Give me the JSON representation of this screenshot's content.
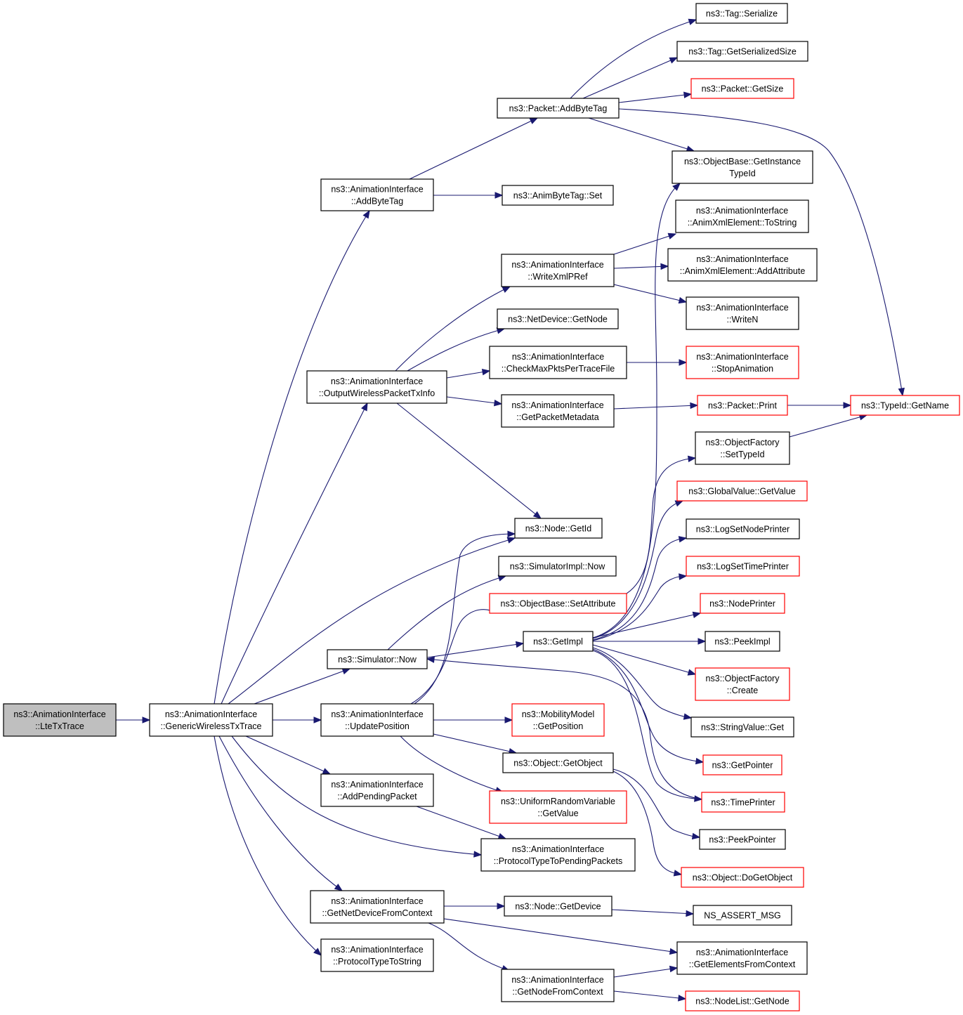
{
  "colors": {
    "edge": "#191970",
    "border_default": "#000000",
    "border_truncated": "#ff0000",
    "root_fill": "#bfbfbf",
    "node_fill": "#ffffff"
  },
  "nodes": [
    {
      "id": "n_ltetx",
      "lines": [
        "ns3::AnimationInterface",
        "::LteTxTrace"
      ],
      "style": "root"
    },
    {
      "id": "n_generic",
      "lines": [
        "ns3::AnimationInterface",
        "::GenericWirelessTxTrace"
      ],
      "style": "default"
    },
    {
      "id": "n_addbytetag_ai",
      "lines": [
        "ns3::AnimationInterface",
        "::AddByteTag"
      ],
      "style": "default"
    },
    {
      "id": "n_outputwireless",
      "lines": [
        "ns3::AnimationInterface",
        "::OutputWirelessPacketTxInfo"
      ],
      "style": "default"
    },
    {
      "id": "n_simnow",
      "lines": [
        "ns3::Simulator::Now"
      ],
      "style": "default"
    },
    {
      "id": "n_updatepos",
      "lines": [
        "ns3::AnimationInterface",
        "::UpdatePosition"
      ],
      "style": "default"
    },
    {
      "id": "n_addpending",
      "lines": [
        "ns3::AnimationInterface",
        "::AddPendingPacket"
      ],
      "style": "default"
    },
    {
      "id": "n_getnetdev",
      "lines": [
        "ns3::AnimationInterface",
        "::GetNetDeviceFromContext"
      ],
      "style": "default"
    },
    {
      "id": "n_prototostring",
      "lines": [
        "ns3::AnimationInterface",
        "::ProtocolTypeToString"
      ],
      "style": "default"
    },
    {
      "id": "n_packet_addbytetag",
      "lines": [
        "ns3::Packet::AddByteTag"
      ],
      "style": "default"
    },
    {
      "id": "n_animbytetag_set",
      "lines": [
        "ns3::AnimByteTag::Set"
      ],
      "style": "default"
    },
    {
      "id": "n_writexmlpref",
      "lines": [
        "ns3::AnimationInterface",
        "::WriteXmlPRef"
      ],
      "style": "default"
    },
    {
      "id": "n_netdev_getnode",
      "lines": [
        "ns3::NetDevice::GetNode"
      ],
      "style": "default"
    },
    {
      "id": "n_checkmax",
      "lines": [
        "ns3::AnimationInterface",
        "::CheckMaxPktsPerTraceFile"
      ],
      "style": "default"
    },
    {
      "id": "n_getpktmeta",
      "lines": [
        "ns3::AnimationInterface",
        "::GetPacketMetadata"
      ],
      "style": "default"
    },
    {
      "id": "n_node_getid",
      "lines": [
        "ns3::Node::GetId"
      ],
      "style": "default"
    },
    {
      "id": "n_simimpl_now",
      "lines": [
        "ns3::SimulatorImpl::Now"
      ],
      "style": "default"
    },
    {
      "id": "n_objbase_setattr",
      "lines": [
        "ns3::ObjectBase::SetAttribute"
      ],
      "style": "truncated"
    },
    {
      "id": "n_getimpl",
      "lines": [
        "ns3::GetImpl"
      ],
      "style": "default"
    },
    {
      "id": "n_mobility_getpos",
      "lines": [
        "ns3::MobilityModel",
        "::GetPosition"
      ],
      "style": "truncated"
    },
    {
      "id": "n_object_getobject",
      "lines": [
        "ns3::Object::GetObject"
      ],
      "style": "default"
    },
    {
      "id": "n_uniform_getvalue",
      "lines": [
        "ns3::UniformRandomVariable",
        "::GetValue"
      ],
      "style": "truncated"
    },
    {
      "id": "n_prototopending",
      "lines": [
        "ns3::AnimationInterface",
        "::ProtocolTypeToPendingPackets"
      ],
      "style": "default"
    },
    {
      "id": "n_node_getdevice",
      "lines": [
        "ns3::Node::GetDevice"
      ],
      "style": "default"
    },
    {
      "id": "n_getnodefromctx",
      "lines": [
        "ns3::AnimationInterface",
        "::GetNodeFromContext"
      ],
      "style": "default"
    },
    {
      "id": "n_tag_serialize",
      "lines": [
        "ns3::Tag::Serialize"
      ],
      "style": "default"
    },
    {
      "id": "n_tag_getsersize",
      "lines": [
        "ns3::Tag::GetSerializedSize"
      ],
      "style": "default"
    },
    {
      "id": "n_packet_getsize",
      "lines": [
        "ns3::Packet::GetSize"
      ],
      "style": "truncated"
    },
    {
      "id": "n_objbase_getinst",
      "lines": [
        "ns3::ObjectBase::GetInstance",
        "TypeId"
      ],
      "style": "default"
    },
    {
      "id": "n_animxml_tostring",
      "lines": [
        "ns3::AnimationInterface",
        "::AnimXmlElement::ToString"
      ],
      "style": "default"
    },
    {
      "id": "n_animxml_addattr",
      "lines": [
        "ns3::AnimationInterface",
        "::AnimXmlElement::AddAttribute"
      ],
      "style": "default"
    },
    {
      "id": "n_writen",
      "lines": [
        "ns3::AnimationInterface",
        "::WriteN"
      ],
      "style": "default"
    },
    {
      "id": "n_stopanim",
      "lines": [
        "ns3::AnimationInterface",
        "::StopAnimation"
      ],
      "style": "truncated"
    },
    {
      "id": "n_packet_print",
      "lines": [
        "ns3::Packet::Print"
      ],
      "style": "truncated"
    },
    {
      "id": "n_typeid_getname",
      "lines": [
        "ns3::TypeId::GetName"
      ],
      "style": "truncated"
    },
    {
      "id": "n_objfactory_settypeid",
      "lines": [
        "ns3::ObjectFactory",
        "::SetTypeId"
      ],
      "style": "default"
    },
    {
      "id": "n_globalvalue_getvalue",
      "lines": [
        "ns3::GlobalValue::GetValue"
      ],
      "style": "truncated"
    },
    {
      "id": "n_logsetnodeprinter",
      "lines": [
        "ns3::LogSetNodePrinter"
      ],
      "style": "default"
    },
    {
      "id": "n_logsettimeprinter",
      "lines": [
        "ns3::LogSetTimePrinter"
      ],
      "style": "truncated"
    },
    {
      "id": "n_nodeprinter",
      "lines": [
        "ns3::NodePrinter"
      ],
      "style": "truncated"
    },
    {
      "id": "n_peekimpl",
      "lines": [
        "ns3::PeekImpl"
      ],
      "style": "default"
    },
    {
      "id": "n_objfactory_create",
      "lines": [
        "ns3::ObjectFactory",
        "::Create"
      ],
      "style": "truncated"
    },
    {
      "id": "n_stringvalue_get",
      "lines": [
        "ns3::StringValue::Get"
      ],
      "style": "default"
    },
    {
      "id": "n_getpointer",
      "lines": [
        "ns3::GetPointer"
      ],
      "style": "truncated"
    },
    {
      "id": "n_timeprinter",
      "lines": [
        "ns3::TimePrinter"
      ],
      "style": "truncated"
    },
    {
      "id": "n_peekpointer",
      "lines": [
        "ns3::PeekPointer"
      ],
      "style": "default"
    },
    {
      "id": "n_object_dogetobject",
      "lines": [
        "ns3::Object::DoGetObject"
      ],
      "style": "truncated"
    },
    {
      "id": "n_ns_assert_msg",
      "lines": [
        "NS_ASSERT_MSG"
      ],
      "style": "default"
    },
    {
      "id": "n_getelemfromctx",
      "lines": [
        "ns3::AnimationInterface",
        "::GetElementsFromContext"
      ],
      "style": "default"
    },
    {
      "id": "n_nodelist_getnode",
      "lines": [
        "ns3::NodeList::GetNode"
      ],
      "style": "truncated"
    }
  ],
  "edges": [
    {
      "from": "n_ltetx",
      "to": "n_generic"
    },
    {
      "from": "n_generic",
      "to": "n_addbytetag_ai"
    },
    {
      "from": "n_generic",
      "to": "n_outputwireless"
    },
    {
      "from": "n_generic",
      "to": "n_node_getid"
    },
    {
      "from": "n_generic",
      "to": "n_simnow"
    },
    {
      "from": "n_generic",
      "to": "n_updatepos"
    },
    {
      "from": "n_generic",
      "to": "n_addpending"
    },
    {
      "from": "n_generic",
      "to": "n_prototopending"
    },
    {
      "from": "n_generic",
      "to": "n_getnetdev"
    },
    {
      "from": "n_generic",
      "to": "n_prototostring"
    },
    {
      "from": "n_addbytetag_ai",
      "to": "n_packet_addbytetag"
    },
    {
      "from": "n_addbytetag_ai",
      "to": "n_animbytetag_set"
    },
    {
      "from": "n_packet_addbytetag",
      "to": "n_tag_serialize"
    },
    {
      "from": "n_packet_addbytetag",
      "to": "n_tag_getsersize"
    },
    {
      "from": "n_packet_addbytetag",
      "to": "n_packet_getsize"
    },
    {
      "from": "n_packet_addbytetag",
      "to": "n_typeid_getname"
    },
    {
      "from": "n_packet_addbytetag",
      "to": "n_objbase_getinst"
    },
    {
      "from": "n_outputwireless",
      "to": "n_writexmlpref"
    },
    {
      "from": "n_outputwireless",
      "to": "n_netdev_getnode"
    },
    {
      "from": "n_outputwireless",
      "to": "n_checkmax"
    },
    {
      "from": "n_outputwireless",
      "to": "n_getpktmeta"
    },
    {
      "from": "n_outputwireless",
      "to": "n_node_getid"
    },
    {
      "from": "n_writexmlpref",
      "to": "n_animxml_tostring"
    },
    {
      "from": "n_writexmlpref",
      "to": "n_animxml_addattr"
    },
    {
      "from": "n_writexmlpref",
      "to": "n_writen"
    },
    {
      "from": "n_checkmax",
      "to": "n_stopanim"
    },
    {
      "from": "n_getpktmeta",
      "to": "n_packet_print"
    },
    {
      "from": "n_packet_print",
      "to": "n_typeid_getname"
    },
    {
      "from": "n_objfactory_settypeid",
      "to": "n_typeid_getname"
    },
    {
      "from": "n_simnow",
      "to": "n_simimpl_now"
    },
    {
      "from": "n_simnow",
      "to": "n_getimpl"
    },
    {
      "from": "n_updatepos",
      "to": "n_node_getid"
    },
    {
      "from": "n_updatepos",
      "to": "n_objbase_setattr"
    },
    {
      "from": "n_updatepos",
      "to": "n_mobility_getpos"
    },
    {
      "from": "n_updatepos",
      "to": "n_object_getobject"
    },
    {
      "from": "n_updatepos",
      "to": "n_uniform_getvalue"
    },
    {
      "from": "n_addpending",
      "to": "n_prototopending"
    },
    {
      "from": "n_getnetdev",
      "to": "n_node_getdevice"
    },
    {
      "from": "n_getnetdev",
      "to": "n_getelemfromctx"
    },
    {
      "from": "n_getnetdev",
      "to": "n_getnodefromctx"
    },
    {
      "from": "n_node_getdevice",
      "to": "n_ns_assert_msg"
    },
    {
      "from": "n_getnodefromctx",
      "to": "n_getelemfromctx"
    },
    {
      "from": "n_getnodefromctx",
      "to": "n_nodelist_getnode"
    },
    {
      "from": "n_objbase_setattr",
      "to": "n_objfactory_settypeid"
    },
    {
      "from": "n_getimpl",
      "to": "n_objbase_getinst"
    },
    {
      "from": "n_getimpl",
      "to": "n_globalvalue_getvalue"
    },
    {
      "from": "n_getimpl",
      "to": "n_logsetnodeprinter"
    },
    {
      "from": "n_getimpl",
      "to": "n_logsettimeprinter"
    },
    {
      "from": "n_getimpl",
      "to": "n_nodeprinter"
    },
    {
      "from": "n_getimpl",
      "to": "n_peekimpl"
    },
    {
      "from": "n_getimpl",
      "to": "n_objfactory_create"
    },
    {
      "from": "n_getimpl",
      "to": "n_stringvalue_get"
    },
    {
      "from": "n_getimpl",
      "to": "n_getpointer"
    },
    {
      "from": "n_getimpl",
      "to": "n_timeprinter"
    },
    {
      "from": "n_timeprinter",
      "to": "n_simnow"
    },
    {
      "from": "n_object_getobject",
      "to": "n_peekpointer"
    },
    {
      "from": "n_object_getobject",
      "to": "n_object_dogetobject"
    }
  ]
}
